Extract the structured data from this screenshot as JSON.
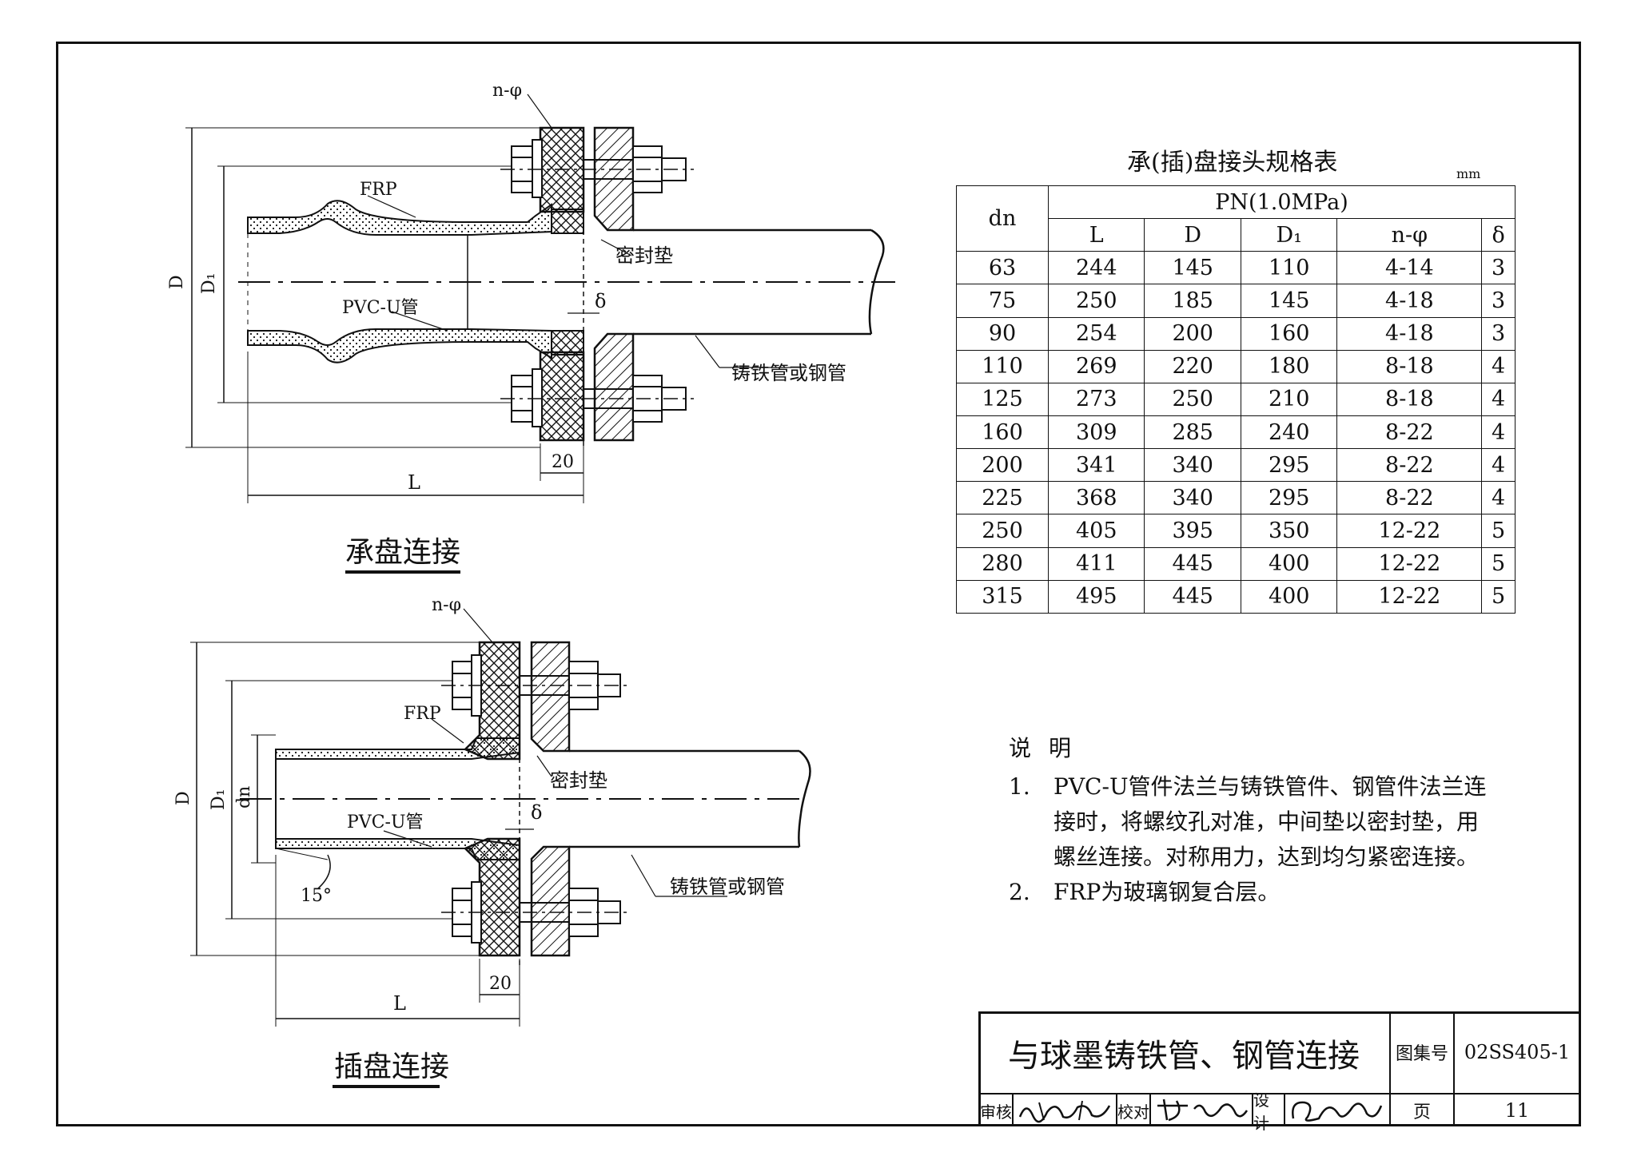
{
  "upper_diagram": {
    "caption": "承盘连接",
    "labels": {
      "bolt_hole": "n-φ",
      "frp": "FRP",
      "pvc": "PVC-U管",
      "seal": "密封垫",
      "delta": "δ",
      "iron_pipe": "铸铁管或钢管",
      "dim_D": "D",
      "dim_D1": "D₁",
      "dim_L": "L",
      "dim_20": "20"
    }
  },
  "lower_diagram": {
    "caption": "插盘连接",
    "labels": {
      "bolt_hole": "n-φ",
      "frp": "FRP",
      "pvc": "PVC-U管",
      "seal": "密封垫",
      "delta": "δ",
      "iron_pipe": "铸铁管或钢管",
      "angle": "15°",
      "dim_D": "D",
      "dim_D1": "D₁",
      "dim_dn": "dn",
      "dim_L": "L",
      "dim_20": "20"
    }
  },
  "spec_table": {
    "title": "承(插)盘接头规格表",
    "unit": "mm",
    "group_header": "PN(1.0MPa)",
    "headers": [
      "dn",
      "L",
      "D",
      "D₁",
      "n-φ",
      "δ"
    ],
    "rows": [
      [
        "63",
        "244",
        "145",
        "110",
        "4-14",
        "3"
      ],
      [
        "75",
        "250",
        "185",
        "145",
        "4-18",
        "3"
      ],
      [
        "90",
        "254",
        "200",
        "160",
        "4-18",
        "3"
      ],
      [
        "110",
        "269",
        "220",
        "180",
        "8-18",
        "4"
      ],
      [
        "125",
        "273",
        "250",
        "210",
        "8-18",
        "4"
      ],
      [
        "160",
        "309",
        "285",
        "240",
        "8-22",
        "4"
      ],
      [
        "200",
        "341",
        "340",
        "295",
        "8-22",
        "4"
      ],
      [
        "225",
        "368",
        "340",
        "295",
        "8-22",
        "4"
      ],
      [
        "250",
        "405",
        "395",
        "350",
        "12-22",
        "5"
      ],
      [
        "280",
        "411",
        "445",
        "400",
        "12-22",
        "5"
      ],
      [
        "315",
        "495",
        "445",
        "400",
        "12-22",
        "5"
      ]
    ]
  },
  "notes": {
    "heading": "说明",
    "items": [
      {
        "num": "1.",
        "line1": "PVC-U管件法兰与铸铁管件、钢管件法兰连",
        "line2": "接时，将螺纹孔对准，中间垫以密封垫，用",
        "line3": "螺丝连接。对称用力，达到均匀紧密连接。"
      },
      {
        "num": "2.",
        "line1": "FRP为玻璃钢复合层。"
      }
    ]
  },
  "title_block": {
    "title": "与球墨铸铁管、钢管连接",
    "atlas_label": "图集号",
    "atlas_no": "02SS405-1",
    "review_label": "审核",
    "check_label": "校对",
    "design_label": "设计",
    "page_label": "页",
    "page_no": "11"
  }
}
